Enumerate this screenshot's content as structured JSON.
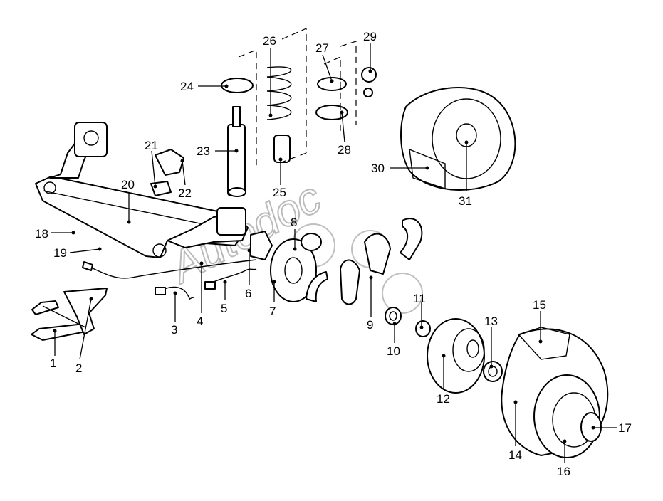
{
  "watermark": "Autodoc",
  "callouts": [
    "1",
    "2",
    "3",
    "4",
    "5",
    "6",
    "7",
    "8",
    "9",
    "10",
    "11",
    "12",
    "13",
    "14",
    "15",
    "16",
    "17",
    "18",
    "19",
    "20",
    "21",
    "22",
    "23",
    "24",
    "25",
    "26",
    "27",
    "28",
    "29",
    "30",
    "31"
  ]
}
